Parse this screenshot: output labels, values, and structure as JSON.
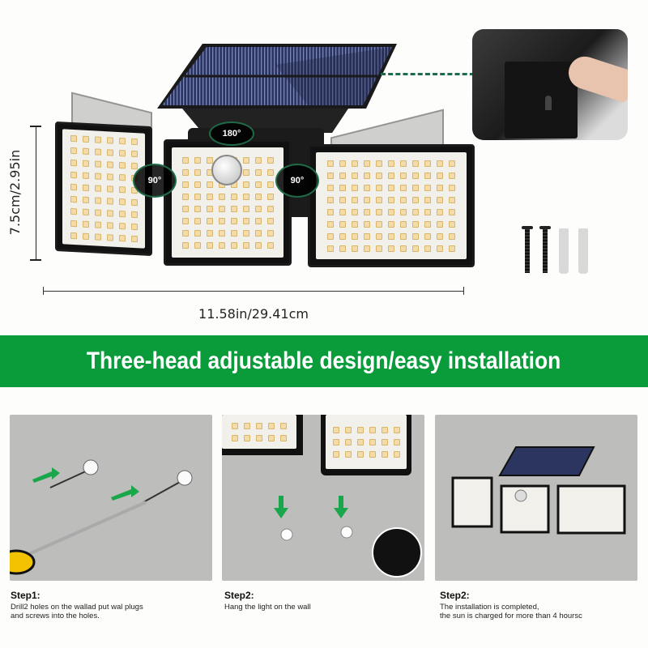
{
  "dimensions": {
    "height_label": "7.5cm/2.95in",
    "width_label": "11.58in/29.41cm"
  },
  "product": {
    "rotation_labels": {
      "top": "180°",
      "left": "90°",
      "right": "90°"
    },
    "accessories": [
      "screw",
      "screw",
      "wall-plug",
      "wall-plug"
    ]
  },
  "banner": {
    "text": "Three-head adjustable design/easy installation",
    "color": "#0a9c3b"
  },
  "steps": [
    {
      "title": "Step1:",
      "description": "Drill2 holes on the wallad put wal plugs\nand screws into the holes."
    },
    {
      "title": "Step2:",
      "description": "Hang the light on the wall"
    },
    {
      "title": "Step2:",
      "description": "The installation is completed,\n the sun is charged for more than 4 hoursc"
    }
  ],
  "colors": {
    "accent_green": "#0a9c3b",
    "rotation_ring": "#1f6b47",
    "step_background": "#bdbdbb"
  }
}
